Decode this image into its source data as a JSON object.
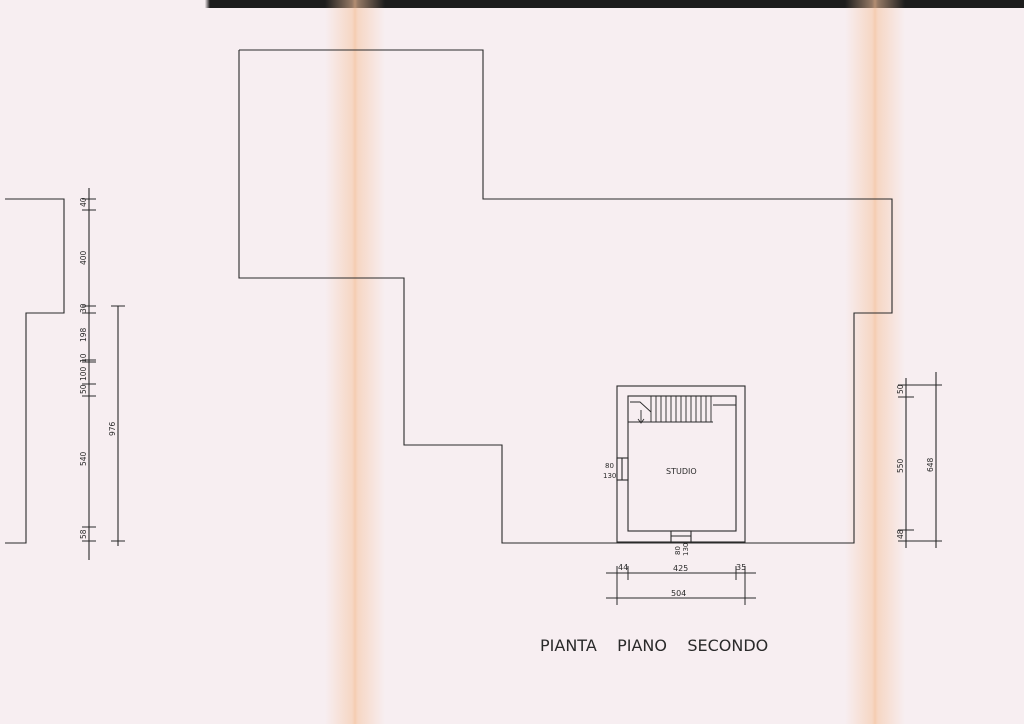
{
  "drawing": {
    "title": "PIANTA    PIANO    SECONDO",
    "room_label": "STUDIO",
    "left_dims": {
      "d40": "40",
      "d400": "400",
      "d30": "30",
      "d198": "198",
      "d10": "10",
      "d100": "100",
      "d50": "50",
      "d540": "540",
      "d58": "58",
      "d976": "976"
    },
    "right_dims": {
      "d50": "50",
      "d550": "550",
      "d48": "48",
      "d648": "648"
    },
    "bottom_dims": {
      "d44": "44",
      "d425": "425",
      "d35": "35",
      "d504": "504"
    },
    "openings": {
      "window_w": "80",
      "window_h": "130",
      "door_w": "80",
      "door_h": "130"
    }
  }
}
